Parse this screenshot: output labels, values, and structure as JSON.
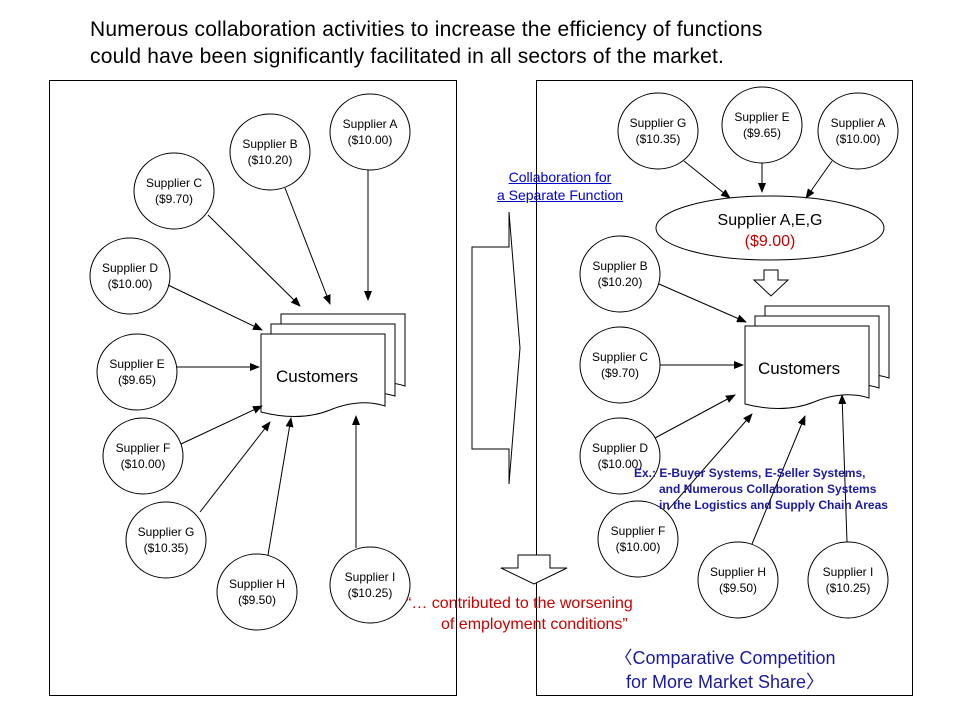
{
  "title": {
    "line1": "Numerous collaboration activities to increase the efficiency of functions",
    "line2": "could have been significantly facilitated in all sectors of the market."
  },
  "left": {
    "customers": "Customers",
    "suppliers": [
      {
        "name": "Supplier A",
        "price": "($10.00)"
      },
      {
        "name": "Supplier B",
        "price": "($10.20)"
      },
      {
        "name": "Supplier C",
        "price": "($9.70)"
      },
      {
        "name": "Supplier D",
        "price": "($10.00)"
      },
      {
        "name": "Supplier E",
        "price": "($9.65)"
      },
      {
        "name": "Supplier F",
        "price": "($10.00)"
      },
      {
        "name": "Supplier G",
        "price": "($10.35)"
      },
      {
        "name": "Supplier H",
        "price": "($9.50)"
      },
      {
        "name": "Supplier I",
        "price": "($10.25)"
      }
    ]
  },
  "middle": {
    "collab_line1": "Collaboration for",
    "collab_line2": "a Separate Function"
  },
  "right": {
    "customers": "Customers",
    "merged_name": "Supplier A,E,G",
    "merged_price": "($9.00)",
    "suppliers": [
      {
        "name": "Supplier G",
        "price": "($10.35)"
      },
      {
        "name": "Supplier E",
        "price": "($9.65)"
      },
      {
        "name": "Supplier A",
        "price": "($10.00)"
      },
      {
        "name": "Supplier B",
        "price": "($10.20)"
      },
      {
        "name": "Supplier C",
        "price": "($9.70)"
      },
      {
        "name": "Supplier D",
        "price": "($10.00)"
      },
      {
        "name": "Supplier F",
        "price": "($10.00)"
      },
      {
        "name": "Supplier H",
        "price": "($9.50)"
      },
      {
        "name": "Supplier I",
        "price": "($10.25)"
      }
    ],
    "note_line1": "Ex.: E-Buyer Systems, E-Seller Systems,",
    "note_line2": "and Numerous Collaboration Systems",
    "note_line3": "in the Logistics and Supply Chain Areas"
  },
  "bottom": {
    "red_line1": "“… contributed to the worsening",
    "red_line2": "of employment conditions”",
    "comp_line1": "〈Comparative Competition",
    "comp_line2": "for More Market Share〉"
  },
  "colors": {
    "red": "#cc0000",
    "link_blue": "#0000cc",
    "note_blue": "#1a1aa0"
  }
}
